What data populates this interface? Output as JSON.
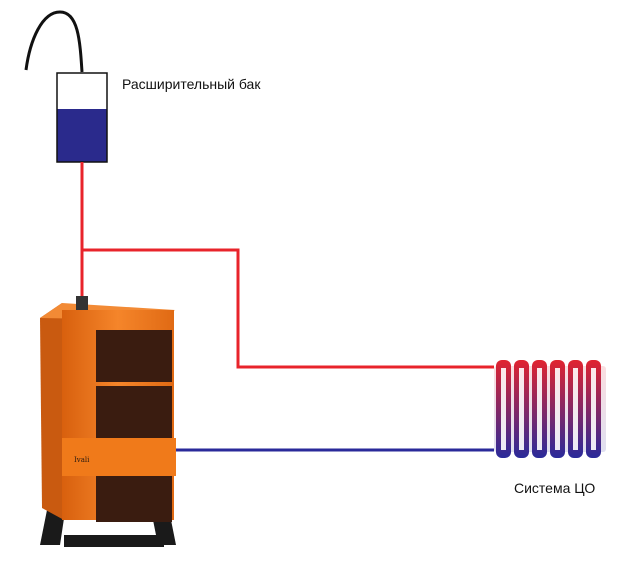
{
  "labels": {
    "expansion_tank": "Расширительный бак",
    "heating_system": "Система ЦО"
  },
  "boiler": {
    "brand": "Ivali"
  },
  "colors": {
    "supply_pipe": "#e8242b",
    "return_pipe": "#2a2a9a",
    "tank_water": "#2a2a8c",
    "boiler_body": "#f07a1a",
    "boiler_door": "#3a1c10",
    "boiler_base": "#1a1a1a"
  },
  "radiator": {
    "sections": 6
  }
}
